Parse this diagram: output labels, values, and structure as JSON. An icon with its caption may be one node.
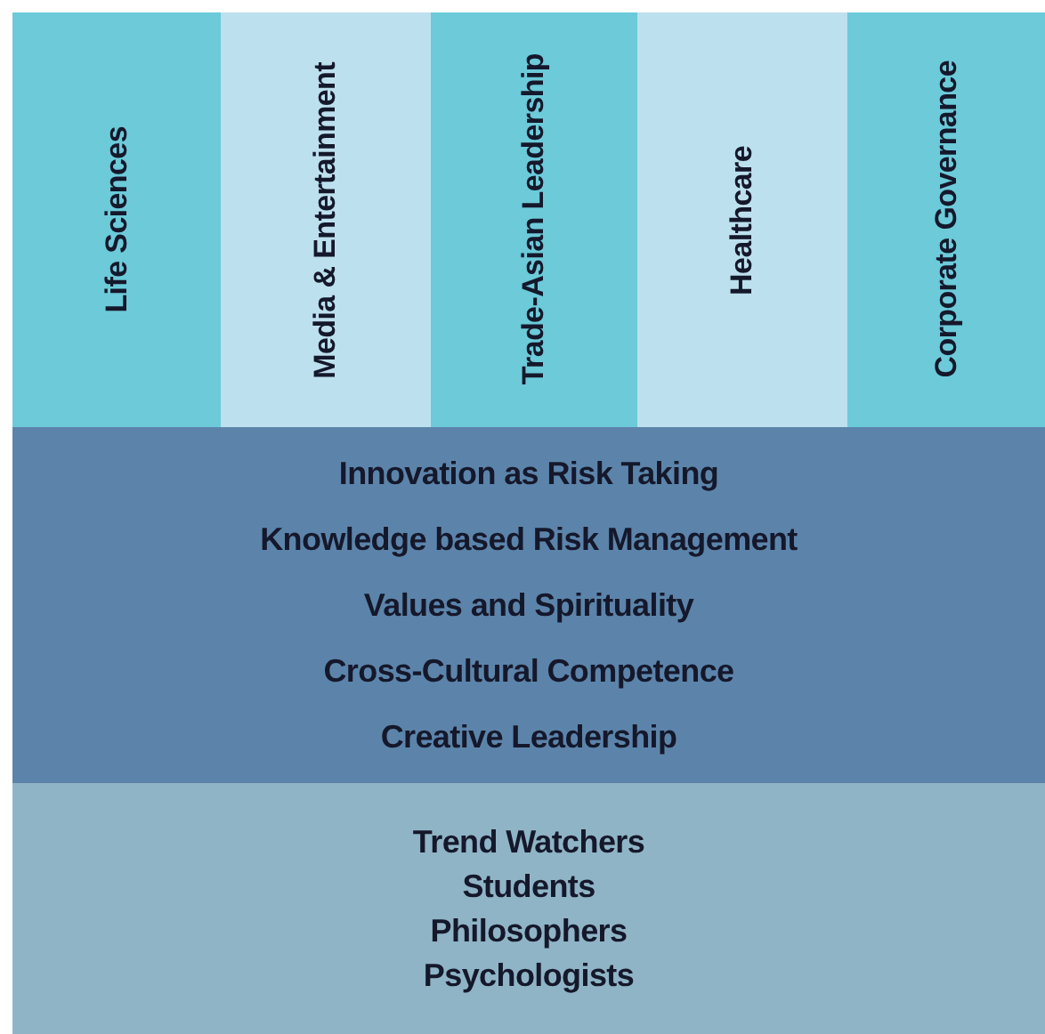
{
  "diagram": {
    "nodes": [
      {
        "text": [
          "Life Sciences"
        ]
      },
      {
        "text": [
          "Media & Entertainment"
        ]
      },
      {
        "text": [
          "Trade-Asian Leadership"
        ]
      },
      {
        "text": [
          "Healthcare"
        ]
      },
      {
        "text": [
          "Corporate Governance"
        ]
      },
      {
        "text": [
          "Innovation as Risk Taking",
          "Knowledge based Risk Management",
          "Values and Spirituality",
          "Cross-Cultural Competence",
          "Creative Leadership"
        ]
      },
      {
        "text": [
          "Trend Watchers",
          "Students",
          "Philosophers",
          "Psychologists"
        ]
      }
    ]
  }
}
